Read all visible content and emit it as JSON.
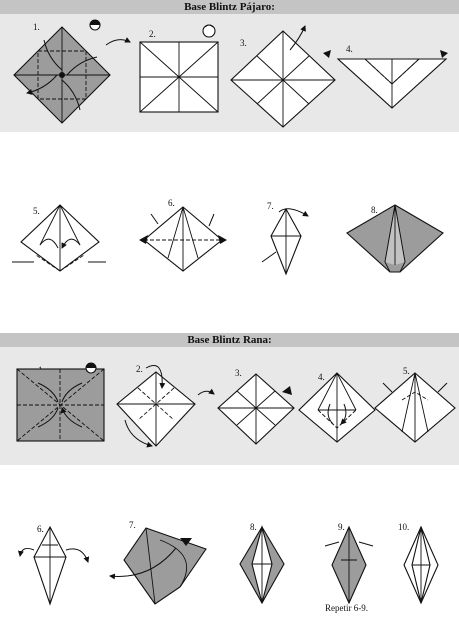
{
  "section_bird": {
    "title": "Base Blintz Pájaro:",
    "steps": [
      "1.",
      "2.",
      "3.",
      "4.",
      "5.",
      "6.",
      "7.",
      "8."
    ]
  },
  "section_frog": {
    "title": "Base Blintz Rana:",
    "steps": [
      "1.",
      "2.",
      "3.",
      "4.",
      "5.",
      "6.",
      "7.",
      "8.",
      "9.",
      "10."
    ],
    "repeat_note": "Repetir 6-9."
  },
  "colors": {
    "paper_back": "#9c9c9c",
    "paper_front": "#ffffff",
    "band": "#e8e8e8",
    "banner": "#c4c4c4"
  },
  "symbols": [
    "turn-over-icon",
    "rotate-icon",
    "valley-fold-arrow-icon",
    "mountain-fold-icon",
    "pleat-icon"
  ]
}
